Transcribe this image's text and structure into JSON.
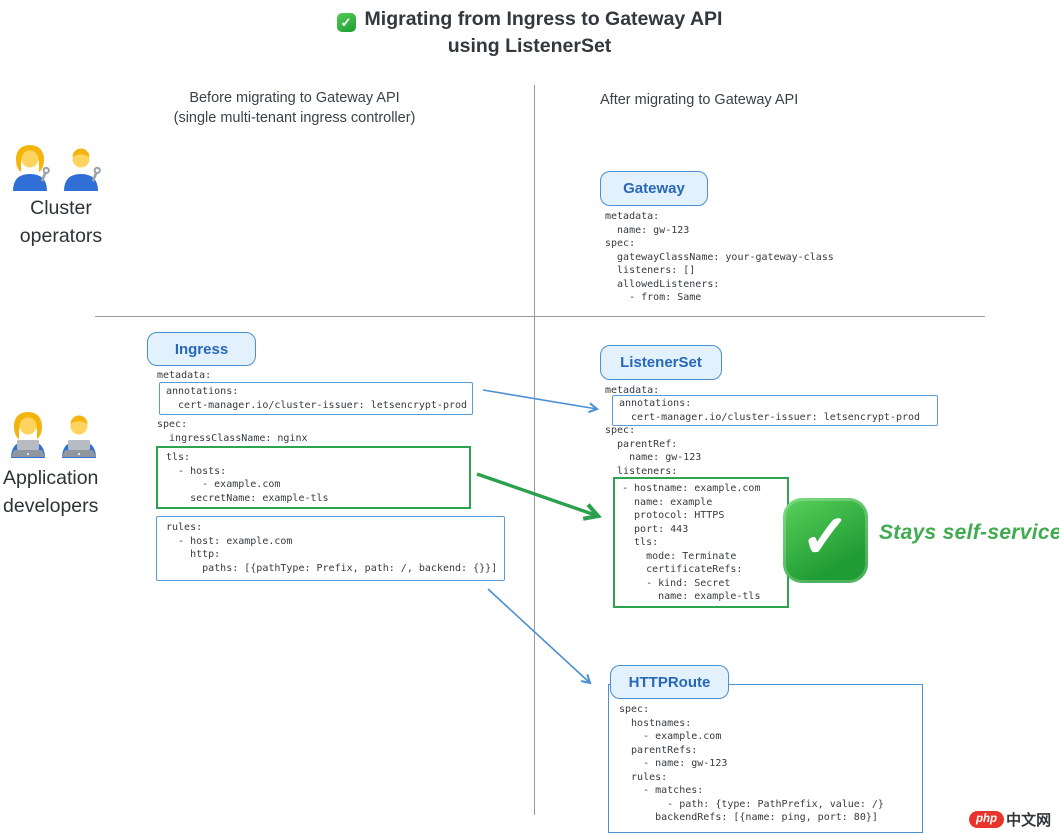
{
  "title": {
    "line1": "Migrating from Ingress to Gateway API",
    "line2": "using ListenerSet"
  },
  "icons": {
    "check_glyph": "✓",
    "cluster_personas": [
      "woman-mechanic",
      "man-mechanic"
    ],
    "developer_personas": [
      "woman-technologist",
      "man-technologist"
    ]
  },
  "columns": {
    "before": {
      "line1": "Before migrating to Gateway API",
      "line2": "(single multi-tenant ingress controller)"
    },
    "after": {
      "title": "After migrating to Gateway API"
    }
  },
  "rows": {
    "cluster": {
      "label": "Cluster operators"
    },
    "developers": {
      "label": "Application developers"
    }
  },
  "gateway": {
    "label": "Gateway",
    "yaml": "metadata:\n  name: gw-123\nspec:\n  gatewayClassName: your-gateway-class\n  listeners: []\n  allowedListeners:\n    - from: Same"
  },
  "ingress": {
    "label": "Ingress",
    "metadata": "metadata:",
    "annotations": "annotations:\n  cert-manager.io/cluster-issuer: letsencrypt-prod",
    "spec": "spec:\n  ingressClassName: nginx",
    "tls": "tls:\n  - hosts:\n      - example.com\n    secretName: example-tls",
    "rules": "rules:\n  - host: example.com\n    http:\n      paths: [{pathType: Prefix, path: /, backend: {}}]"
  },
  "listenerset": {
    "label": "ListenerSet",
    "metadata": "metadata:",
    "annotations": "annotations:\n  cert-manager.io/cluster-issuer: letsencrypt-prod",
    "spec": "spec:\n  parentRef:\n    name: gw-123\n  listeners:",
    "listeners": "- hostname: example.com\n  name: example\n  protocol: HTTPS\n  port: 443\n  tls:\n    mode: Terminate\n    certificateRefs:\n    - kind: Secret\n      name: example-tls"
  },
  "httproute": {
    "label": "HTTPRoute",
    "yaml": "spec:\n  hostnames:\n    - example.com\n  parentRefs:\n    - name: gw-123\n  rules:\n    - matches:\n        - path: {type: PathPrefix, value: /}\n      backendRefs: [{name: ping, port: 80}]"
  },
  "annotations_note": {
    "stays_self_service": "Stays self-service"
  },
  "watermark": {
    "badge": "php",
    "site": "中文网"
  },
  "colors": {
    "accent_blue": "#4a90d2",
    "green": "#2ea44f",
    "pill_bg": "#e3f1fc",
    "pill_text": "#2868b8"
  }
}
